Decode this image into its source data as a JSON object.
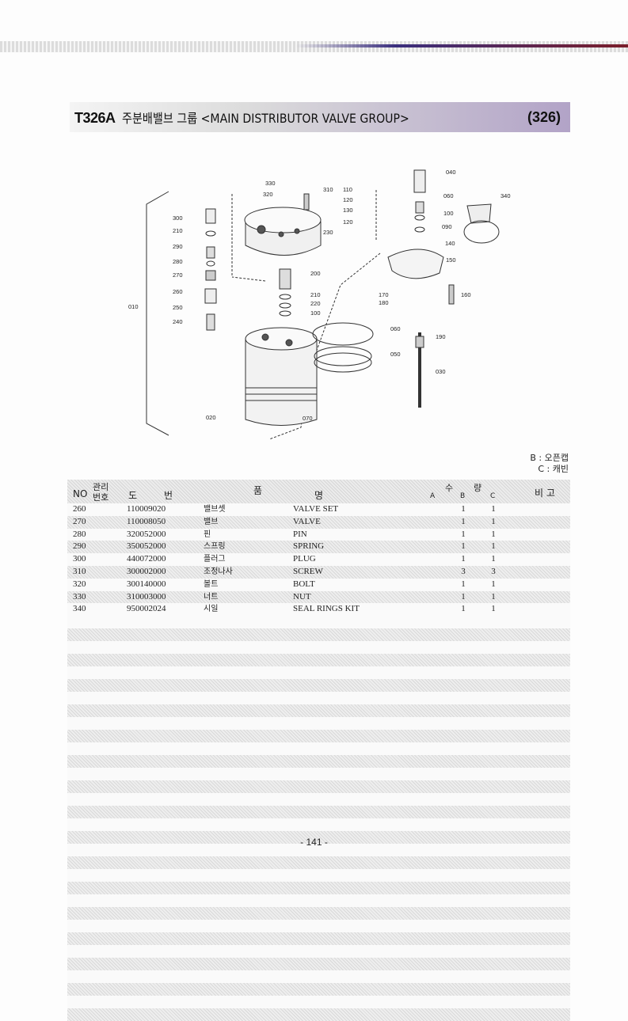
{
  "header": {
    "code": "T326A",
    "title": "주분배밸브 그룹 <MAIN DISTRIBUTOR VALVE GROUP>",
    "page_code": "(326)"
  },
  "diagram": {
    "callouts": [
      "330",
      "320",
      "310",
      "110",
      "120",
      "130",
      "120",
      "040",
      "060",
      "340",
      "100",
      "090",
      "300",
      "210",
      "230",
      "140",
      "150",
      "290",
      "280",
      "270",
      "200",
      "210",
      "220",
      "100",
      "260",
      "250",
      "240",
      "010",
      "170",
      "180",
      "160",
      "060",
      "190",
      "050",
      "030",
      "020",
      "070"
    ]
  },
  "legend": {
    "b": "B : 오픈캡",
    "c": "C : 캐빈"
  },
  "table": {
    "headers": {
      "no": "NO",
      "mgmt_top": "관리",
      "mgmt_bottom": "번호",
      "drawing_1": "도",
      "drawing_2": "번",
      "name_1": "품",
      "name_2": "명",
      "qty_1": "수",
      "qty_2": "량",
      "a": "A",
      "b": "B",
      "c": "C",
      "remarks": "비 고"
    },
    "rows": [
      {
        "no": "260",
        "part": "110009020",
        "kr": "밸브셋",
        "en": "VALVE SET",
        "b": "1",
        "c": "1"
      },
      {
        "no": "270",
        "part": "110008050",
        "kr": "밸브",
        "en": "VALVE",
        "b": "1",
        "c": "1"
      },
      {
        "no": "280",
        "part": "320052000",
        "kr": "핀",
        "en": "PIN",
        "b": "1",
        "c": "1"
      },
      {
        "no": "290",
        "part": "350052000",
        "kr": "스프링",
        "en": "SPRING",
        "b": "1",
        "c": "1"
      },
      {
        "no": "300",
        "part": "440072000",
        "kr": "플러그",
        "en": "PLUG",
        "b": "1",
        "c": "1"
      },
      {
        "no": "310",
        "part": "300002000",
        "kr": "조정나사",
        "en": "SCREW",
        "b": "3",
        "c": "3"
      },
      {
        "no": "320",
        "part": "300140000",
        "kr": "볼트",
        "en": "BOLT",
        "b": "1",
        "c": "1"
      },
      {
        "no": "330",
        "part": "310003000",
        "kr": "너트",
        "en": "NUT",
        "b": "1",
        "c": "1"
      },
      {
        "no": "340",
        "part": "950002024",
        "kr": "시일",
        "en": "SEAL RINGS KIT",
        "b": "1",
        "c": "1"
      }
    ]
  },
  "footer": {
    "page_number": "- 141 -"
  }
}
